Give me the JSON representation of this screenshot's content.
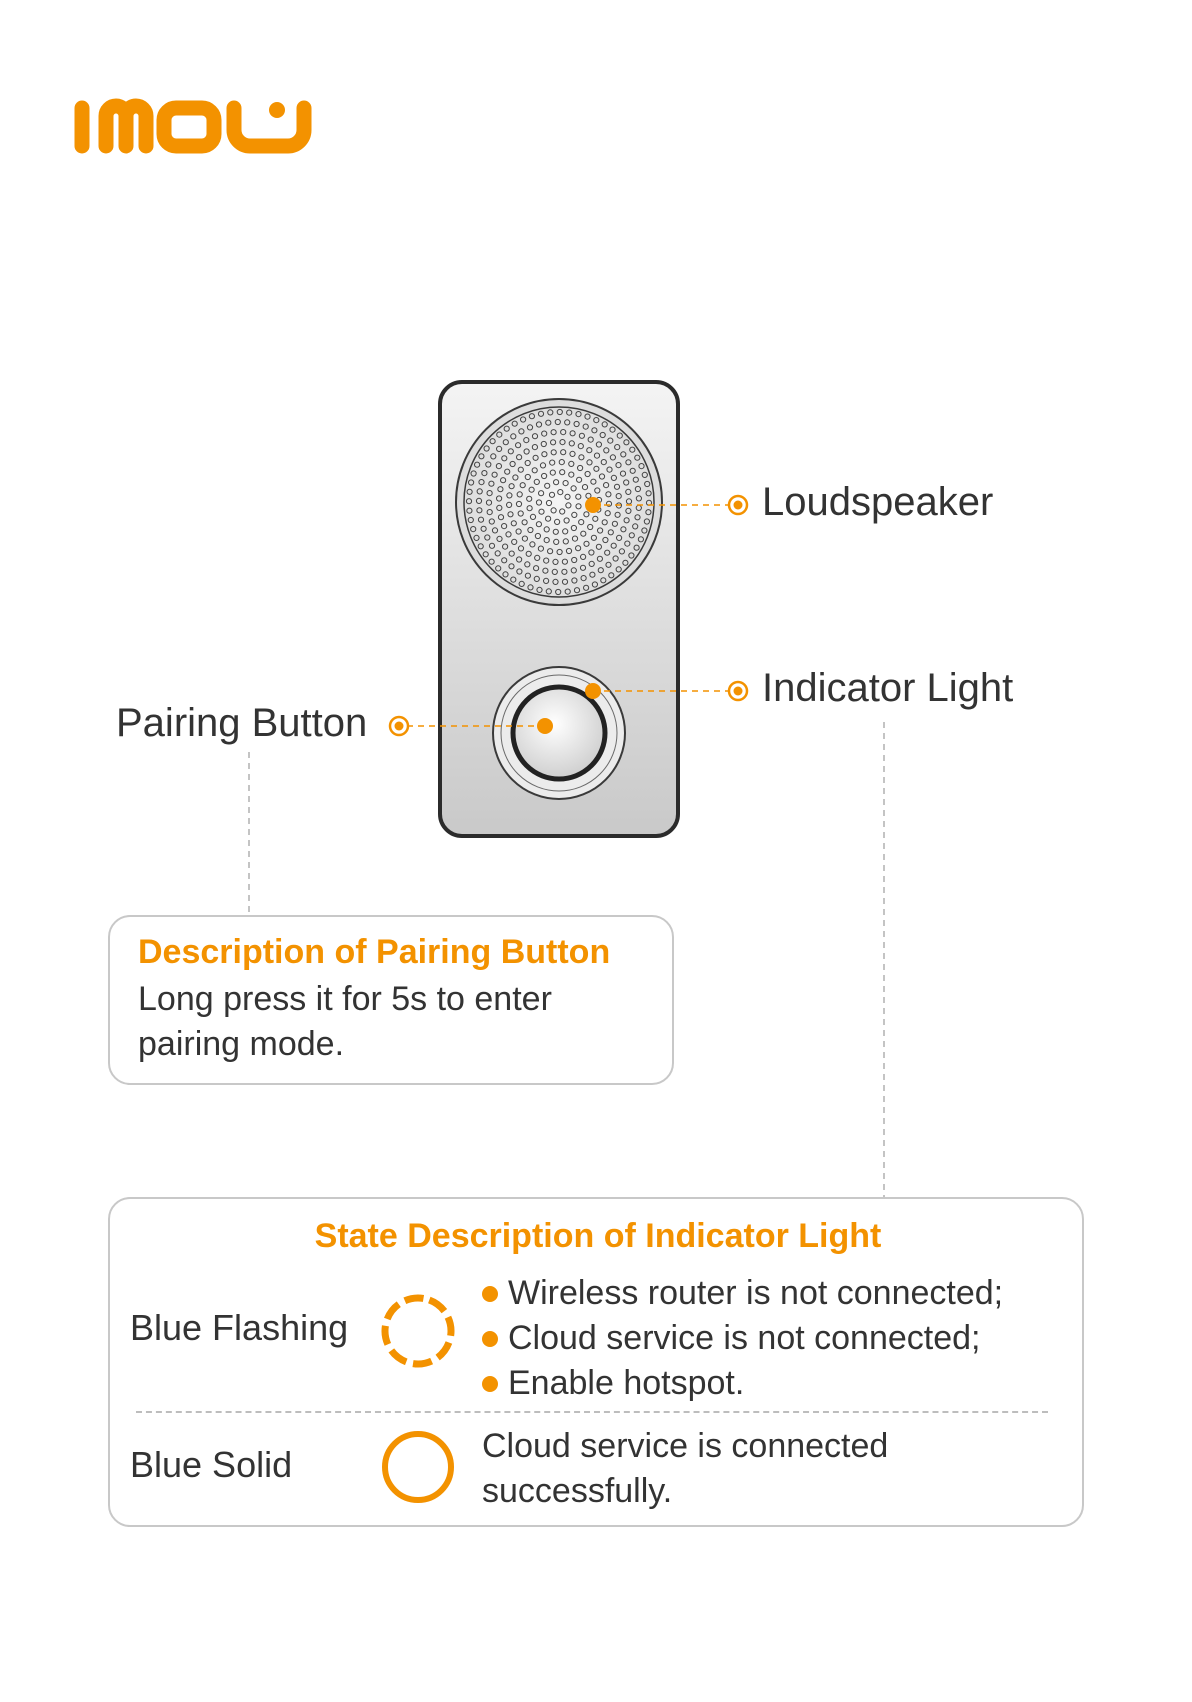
{
  "brand": {
    "logo_text": "imou",
    "color": "#f39200"
  },
  "callouts": {
    "loudspeaker": "Loudspeaker",
    "indicator_light": "Indicator Light",
    "pairing_button": "Pairing Button"
  },
  "pairing_description": {
    "title": "Description of Pairing Button",
    "text": "Long press it for 5s to enter pairing mode."
  },
  "indicator_states": {
    "title": "State Description of Indicator Light",
    "states": [
      {
        "name": "Blue Flashing",
        "icon": "dashed-ring-icon",
        "items": [
          "Wireless router is not connected;",
          "Cloud service is not connected;",
          "Enable hotspot."
        ]
      },
      {
        "name": "Blue Solid",
        "icon": "solid-ring-icon",
        "text": "Cloud service is connected successfully."
      }
    ]
  },
  "colors": {
    "accent": "#f39200",
    "box_border": "#c8c8c8",
    "text": "#333333"
  }
}
